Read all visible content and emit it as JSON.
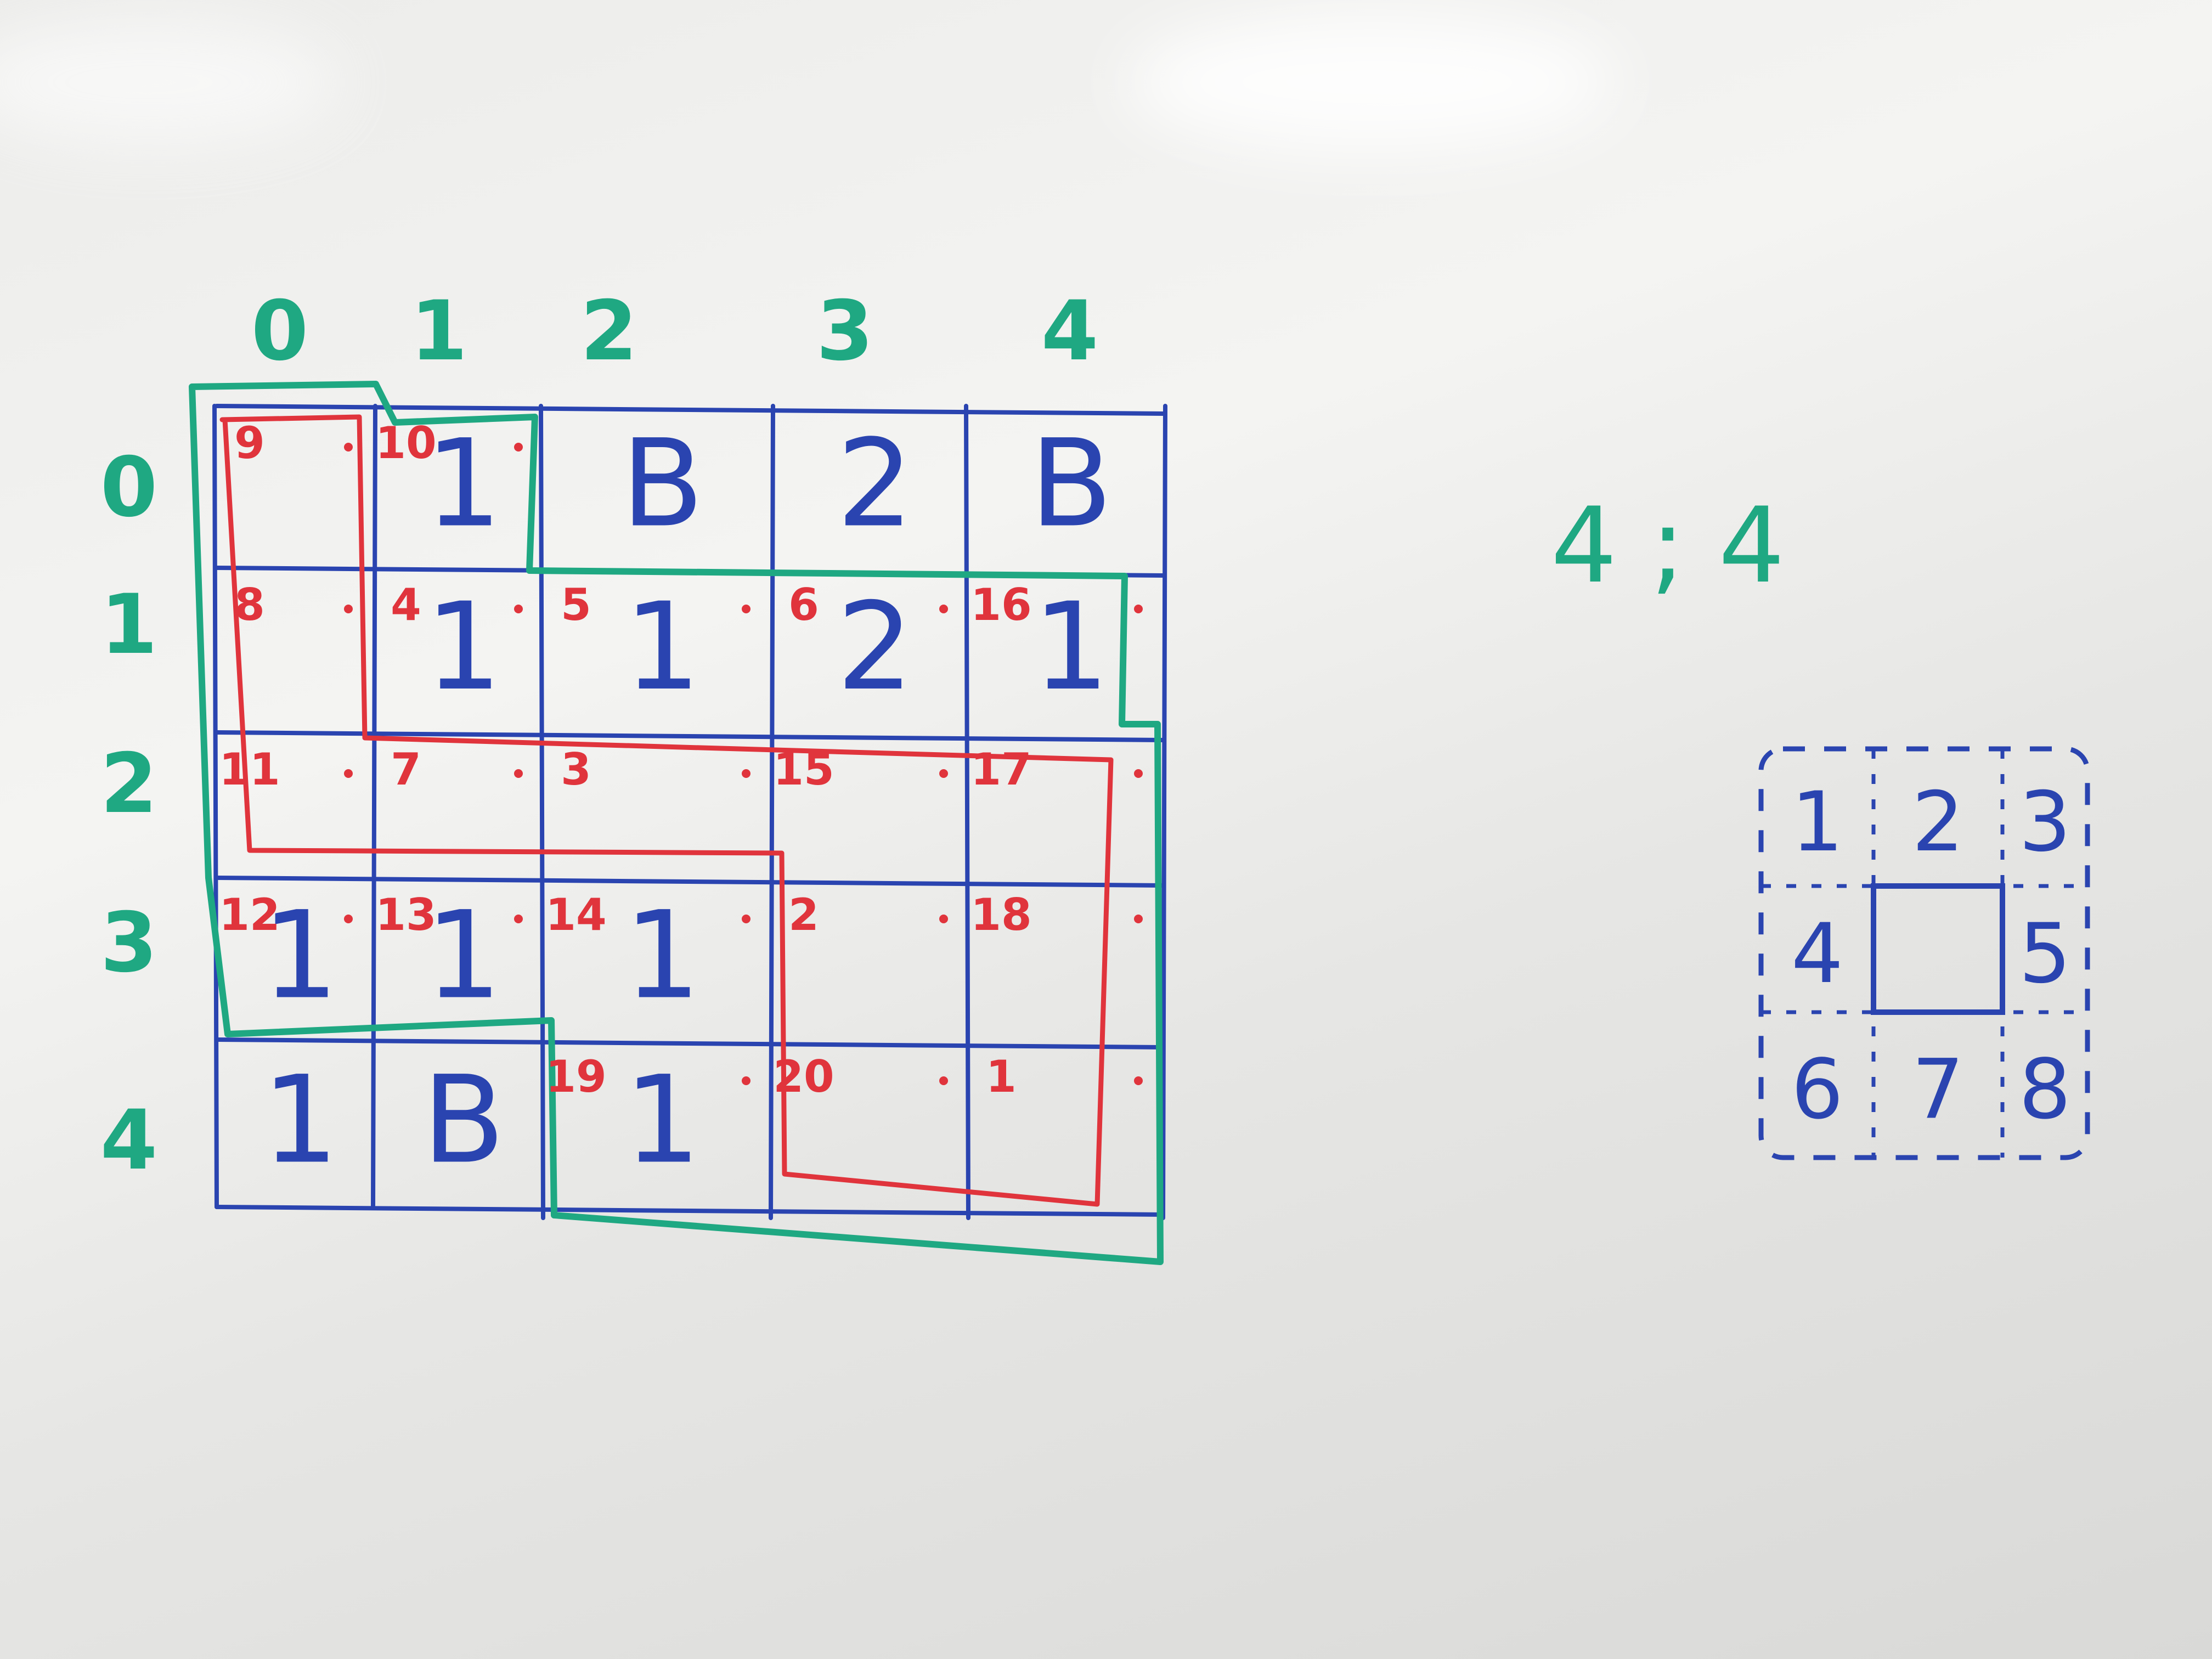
{
  "col_headers": [
    "0",
    "1",
    "2",
    "3",
    "4"
  ],
  "row_headers": [
    "0",
    "1",
    "2",
    "3",
    "4"
  ],
  "grid_values": [
    [
      "",
      "1",
      "B",
      "2",
      "B"
    ],
    [
      "",
      "1",
      "1",
      "2",
      "1"
    ],
    [
      "",
      "",
      "",
      "",
      ""
    ],
    [
      "1",
      "1",
      "1",
      "",
      ""
    ],
    [
      "1",
      "B",
      "1",
      "",
      ""
    ]
  ],
  "red_order": [
    [
      "9",
      "10",
      "",
      "",
      ""
    ],
    [
      "8",
      "4",
      "5",
      "6",
      "16"
    ],
    [
      "11",
      "7",
      "3",
      "15",
      "17"
    ],
    [
      "12",
      "13",
      "14",
      "2",
      "18"
    ],
    [
      "",
      "",
      "19",
      "20",
      "1"
    ]
  ],
  "position_label": "4 ; 4",
  "neighbors": [
    "1",
    "2",
    "3",
    "4",
    "5",
    "6",
    "7",
    "8"
  ],
  "colors": {
    "blue": "#2a44b0",
    "red": "#e0343c",
    "green": "#1fa882"
  }
}
